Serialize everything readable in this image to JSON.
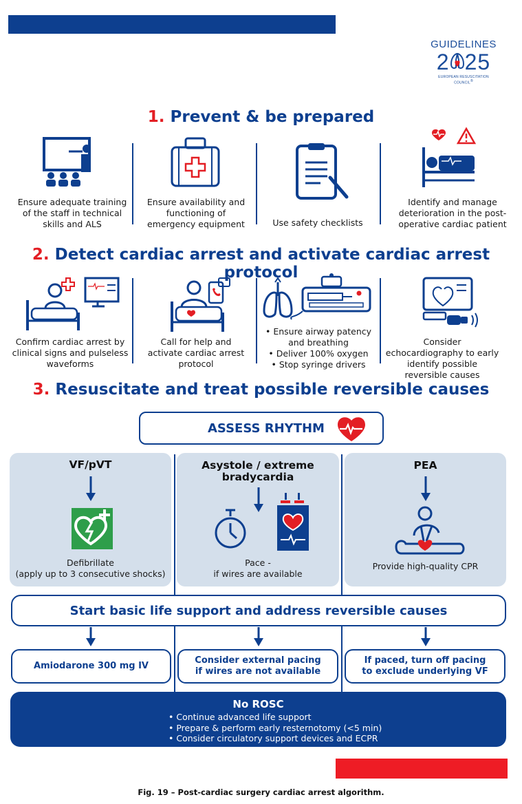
{
  "logo": {
    "line1": "GUIDELINES",
    "line2_left": "2",
    "line2_right": "25",
    "line3": "EUROPEAN RESUSCITATION COUNCIL"
  },
  "section1": {
    "num": "1.",
    "title": "Prevent & be prepared",
    "items": [
      {
        "icon": "training-presentation-icon",
        "text": "Ensure adequate training of the staff in technical skills and ALS"
      },
      {
        "icon": "first-aid-kit-icon",
        "text": "Ensure availability and functioning of emergency equipment"
      },
      {
        "icon": "clipboard-checklist-icon",
        "text": "Use safety checklists"
      },
      {
        "icon": "patient-bed-alert-icon",
        "text": "Identify and manage deterioration in the post-operative cardiac patient"
      }
    ]
  },
  "section2": {
    "num": "2.",
    "title": "Detect cardiac arrest and activate cardiac arrest protocol",
    "items": [
      {
        "icon": "patient-monitor-icon",
        "text": "Confirm cardiac arrest by clinical signs and pulseless waveforms"
      },
      {
        "icon": "call-for-help-icon",
        "text": "Call for help and activate cardiac arrest protocol"
      },
      {
        "icon": "lungs-syringe-driver-icon",
        "bullets": [
          "Ensure airway patency and breathing",
          "Deliver 100% oxygen",
          "Stop syringe drivers"
        ]
      },
      {
        "icon": "echocardiography-icon",
        "text": "Consider echocardiography to early identify possible reversible causes"
      }
    ]
  },
  "section3": {
    "num": "3.",
    "title": "Resuscitate and treat possible reversible causes",
    "assess": "ASSESS RHYTHM",
    "panels": [
      {
        "title": "VF/pVT",
        "caption_l1": "Defibrillate",
        "caption_l2": "(apply up to 3 consecutive shocks)"
      },
      {
        "title_l1": "Asystole / extreme",
        "title_l2": "bradycardia",
        "caption_l1": "Pace -",
        "caption_l2": "if wires are available"
      },
      {
        "title": "PEA",
        "caption_l1": "Provide high-quality CPR",
        "caption_l2": ""
      }
    ],
    "bls": "Start basic life support and address reversible causes",
    "steps": [
      {
        "l1": "Amiodarone 300 mg IV",
        "l2": ""
      },
      {
        "l1": "Consider external pacing",
        "l2": "if wires are not available"
      },
      {
        "l1": "If paced, turn off pacing",
        "l2": "to exclude underlying VF"
      }
    ],
    "no_rosc": {
      "title": "No ROSC",
      "items": [
        "Continue advanced life support",
        "Prepare & perform early resternotomy (<5 min)",
        "Consider circulatory support devices and ECPR"
      ]
    }
  },
  "caption": "Fig. 19 – Post-cardiac surgery cardiac arrest algorithm.",
  "colors": {
    "navy": "#0d3f8f",
    "red": "#e31e24",
    "panel": "#d4dfeb",
    "aed_green": "#2e9e4a"
  }
}
